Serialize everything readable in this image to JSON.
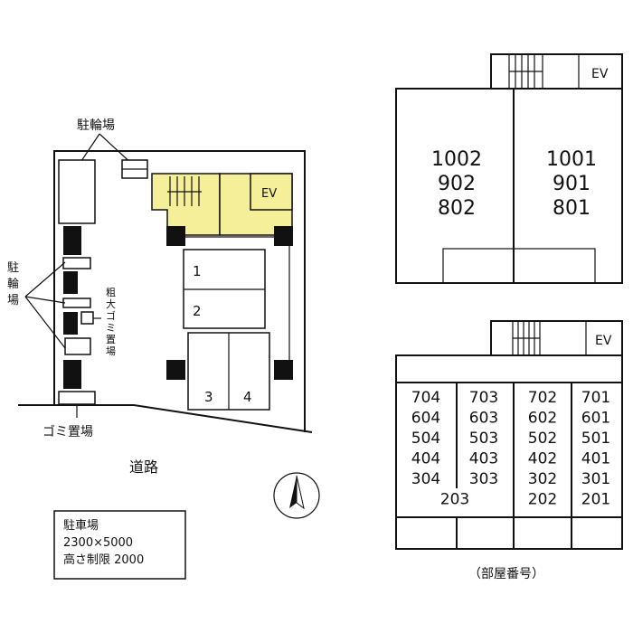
{
  "site_plan": {
    "bicycle_parking_top": "駐輪場",
    "bicycle_parking_side": [
      "駐",
      "輪",
      "場"
    ],
    "bulky_garbage": [
      "粗",
      "大",
      "ゴ",
      "ミ",
      "置",
      "場"
    ],
    "garbage": "ゴミ置場",
    "elevator": "EV",
    "parking_spaces": [
      "1",
      "2",
      "3",
      "4"
    ],
    "road": "道路"
  },
  "legend": {
    "title": "駐車場",
    "size": "2300×5000",
    "height_limit": "高さ制限 2000"
  },
  "upper_floor_plan": {
    "elevator": "EV",
    "rooms_left": [
      "1002",
      "902",
      "802"
    ],
    "rooms_right": [
      "1001",
      "901",
      "801"
    ]
  },
  "lower_floor_plan": {
    "elevator": "EV",
    "col1": [
      "704",
      "604",
      "504",
      "404",
      "304"
    ],
    "col2": [
      "703",
      "603",
      "503",
      "403",
      "303"
    ],
    "col12_bottom": "203",
    "col3": [
      "702",
      "602",
      "502",
      "402",
      "302",
      "202"
    ],
    "col4": [
      "701",
      "601",
      "501",
      "401",
      "301",
      "201"
    ]
  },
  "caption": "（部屋番号）",
  "colors": {
    "common_area": "#f6ef9a",
    "line": "#111111"
  }
}
